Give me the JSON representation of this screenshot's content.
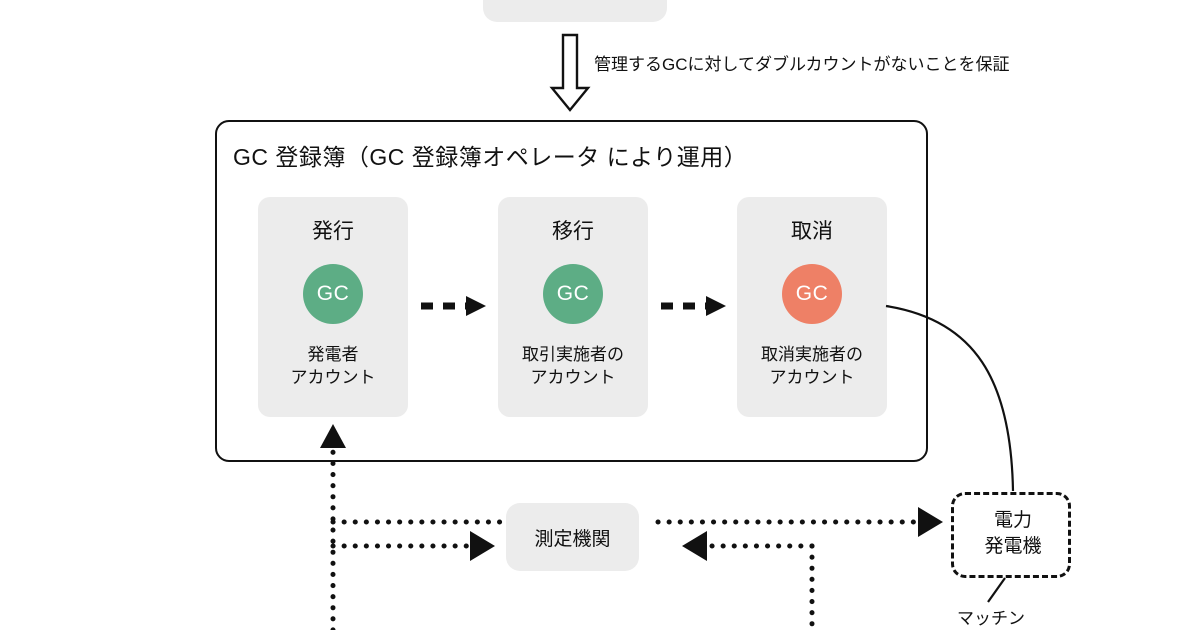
{
  "diagram": {
    "top_partial_box": {
      "label": ""
    },
    "top_arrow_caption": "管理するGCに対してダブルカウントがないことを保証",
    "registry": {
      "title": "GC 登録簿（GC 登録簿オペレータ により運用）",
      "cards": [
        {
          "title": "発行",
          "token": "GC",
          "token_color": "#5dad85",
          "account": "発電者\nアカウント"
        },
        {
          "title": "移行",
          "token": "GC",
          "token_color": "#5dad85",
          "account": "取引実施者の\nアカウント"
        },
        {
          "title": "取消",
          "token": "GC",
          "token_color": "#ee8066",
          "account": "取消実施者の\nアカウント"
        }
      ]
    },
    "measurement_body": "測定機関",
    "matching_box": {
      "label": "電力\n発電機",
      "caption": "マッチン"
    },
    "colors": {
      "card_bg": "#ececec",
      "line": "#111111",
      "green_token": "#5dad85",
      "coral_token": "#ee8066"
    }
  }
}
